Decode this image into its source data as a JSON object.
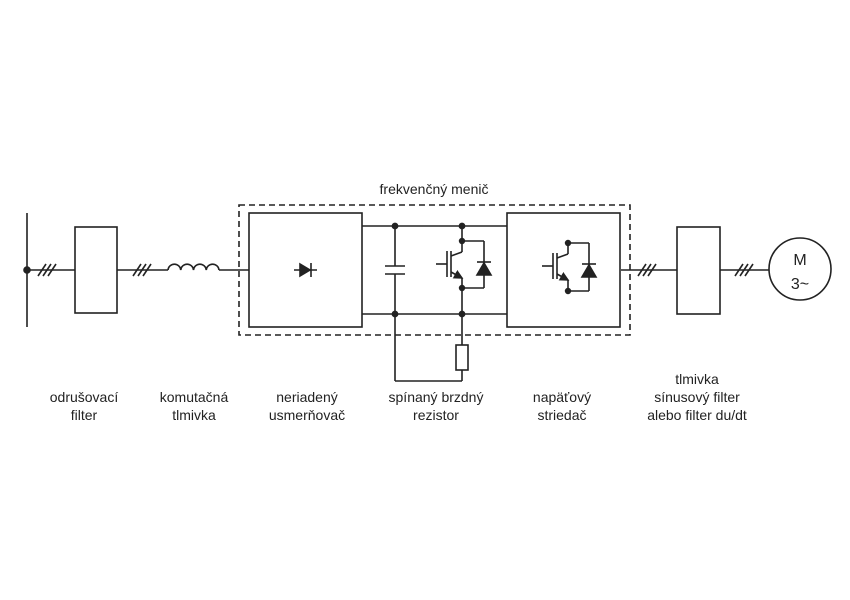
{
  "converter_title": "frekvenčný menič",
  "motor": {
    "line1": "M",
    "line2": "3~"
  },
  "components": [
    {
      "id": "emi-filter",
      "lines": [
        "odrušovací",
        "filter"
      ]
    },
    {
      "id": "line-choke",
      "lines": [
        "komutačná",
        "tlmivka"
      ]
    },
    {
      "id": "rectifier",
      "lines": [
        "neriadený",
        "usmerňovač"
      ]
    },
    {
      "id": "brake",
      "lines": [
        "spínaný brzdný",
        "rezistor"
      ]
    },
    {
      "id": "inverter",
      "lines": [
        "napäťový",
        "striedač"
      ]
    },
    {
      "id": "output-filter",
      "lines": [
        "tlmivka",
        "sínusový filter",
        "alebo filter du/dt"
      ]
    }
  ]
}
